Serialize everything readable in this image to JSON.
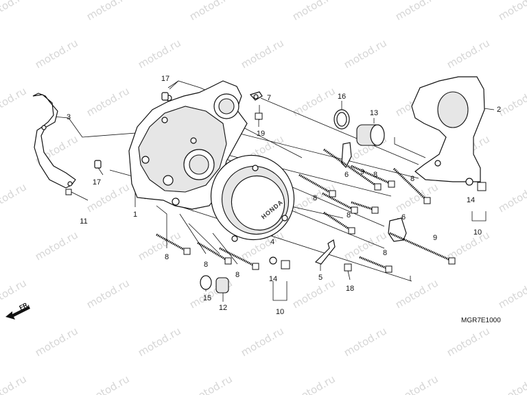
{
  "watermark": {
    "text": "motod.ru",
    "color": "#d6d6d6"
  },
  "diagram_code": "MGR7E1000",
  "logo_text": "HONDA",
  "front_indicator": "FR.",
  "callouts": [
    {
      "id": "c1",
      "label": "1"
    },
    {
      "id": "c2",
      "label": "2"
    },
    {
      "id": "c3",
      "label": "3"
    },
    {
      "id": "c4",
      "label": "4"
    },
    {
      "id": "c5",
      "label": "5"
    },
    {
      "id": "c6a",
      "label": "6"
    },
    {
      "id": "c6b",
      "label": "6"
    },
    {
      "id": "c7",
      "label": "7"
    },
    {
      "id": "c8a",
      "label": "8"
    },
    {
      "id": "c8b",
      "label": "8"
    },
    {
      "id": "c8c",
      "label": "8"
    },
    {
      "id": "c8d",
      "label": "8"
    },
    {
      "id": "c8e",
      "label": "8"
    },
    {
      "id": "c8f",
      "label": "8"
    },
    {
      "id": "c8g",
      "label": "8"
    },
    {
      "id": "c8h",
      "label": "8"
    },
    {
      "id": "c9a",
      "label": "9"
    },
    {
      "id": "c9b",
      "label": "9"
    },
    {
      "id": "c10a",
      "label": "10"
    },
    {
      "id": "c10b",
      "label": "10"
    },
    {
      "id": "c11",
      "label": "11"
    },
    {
      "id": "c12",
      "label": "12"
    },
    {
      "id": "c13",
      "label": "13"
    },
    {
      "id": "c14a",
      "label": "14"
    },
    {
      "id": "c14b",
      "label": "14"
    },
    {
      "id": "c15",
      "label": "15"
    },
    {
      "id": "c16",
      "label": "16"
    },
    {
      "id": "c17a",
      "label": "17"
    },
    {
      "id": "c17b",
      "label": "17"
    },
    {
      "id": "c18",
      "label": "18"
    },
    {
      "id": "c19",
      "label": "19"
    }
  ]
}
